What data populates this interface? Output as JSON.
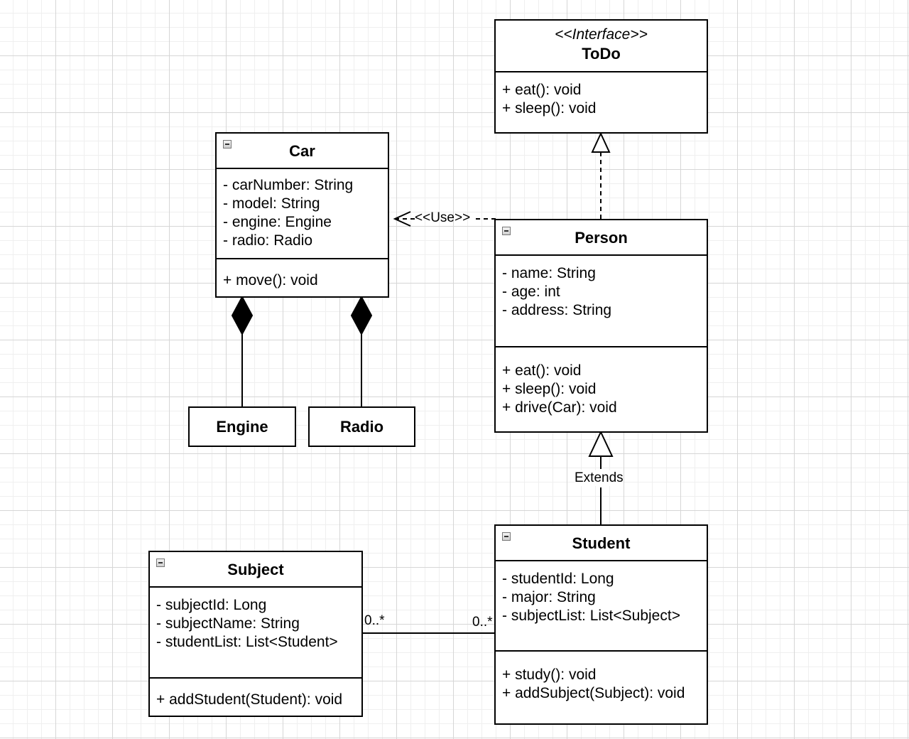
{
  "todo": {
    "stereotype": "<<Interface>>",
    "name": "ToDo",
    "methods": [
      "+ eat(): void",
      "+ sleep(): void"
    ]
  },
  "car": {
    "name": "Car",
    "attributes": [
      "- carNumber: String",
      "- model: String",
      "- engine: Engine",
      "- radio: Radio"
    ],
    "methods": [
      "+ move(): void"
    ]
  },
  "person": {
    "name": "Person",
    "attributes": [
      "- name: String",
      "- age: int",
      "- address: String"
    ],
    "methods": [
      "+ eat(): void",
      "+ sleep(): void",
      "+ drive(Car): void"
    ]
  },
  "engine": {
    "name": "Engine"
  },
  "radio": {
    "name": "Radio"
  },
  "student": {
    "name": "Student",
    "attributes": [
      "- studentId: Long",
      "- major: String",
      "- subjectList: List<Subject>"
    ],
    "methods": [
      "+ study(): void",
      "+ addSubject(Subject): void"
    ]
  },
  "subject": {
    "name": "Subject",
    "attributes": [
      "- subjectId: Long",
      "- subjectName: String",
      "- studentList: List<Student>"
    ],
    "methods": [
      "+ addStudent(Student): void"
    ]
  },
  "relations": {
    "use_label": "<<Use>>",
    "extends_label": "Extends",
    "subject_multiplicity": "0..*",
    "student_multiplicity": "0..*"
  }
}
